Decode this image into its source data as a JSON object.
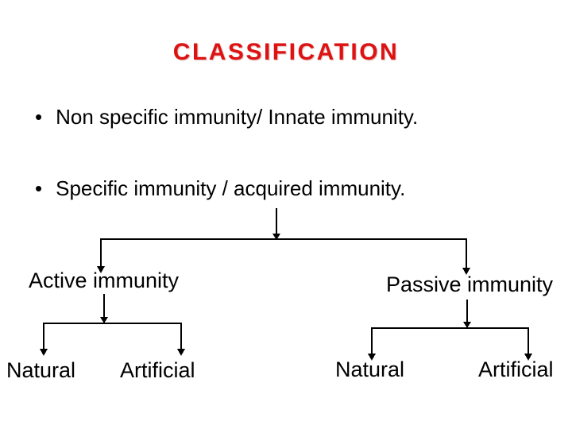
{
  "slide": {
    "title": "CLASSIFICATION",
    "bullet_glyph": "•",
    "bullets": [
      "Non specific immunity/ Innate immunity.",
      "Specific immunity / acquired immunity."
    ],
    "tree": {
      "root_left": "Active immunity",
      "root_right": "Passive immunity",
      "active_children": [
        "Natural",
        "Artificial"
      ],
      "passive_children": [
        "Natural",
        "Artificial"
      ]
    },
    "colors": {
      "title": "#dd1212",
      "body_text": "#000000",
      "connector": "#000000",
      "background": "#ffffff"
    }
  }
}
